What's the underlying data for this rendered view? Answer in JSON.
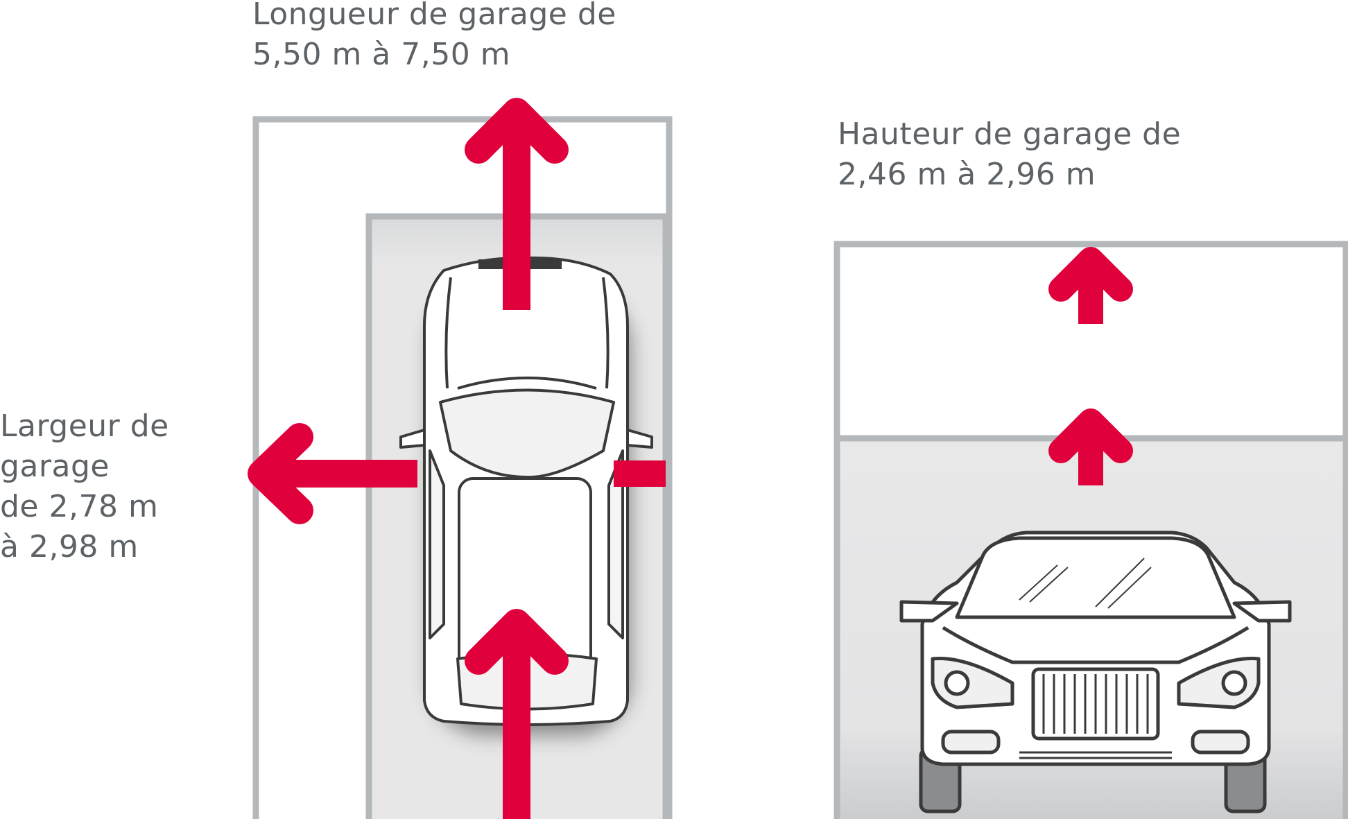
{
  "labels": {
    "length": {
      "line1": "Longueur de garage de",
      "line2": "5,50 m à 7,50 m"
    },
    "height": {
      "line1": "Hauteur de garage de",
      "line2": "2,46 m à 2,96 m"
    },
    "width": {
      "line1": "Largeur de",
      "line2": "garage",
      "line3": "de 2,78 m",
      "line4": "à 2,98 m"
    }
  },
  "colors": {
    "arrow": "#e0003c",
    "text": "#5d6266",
    "frame": "#b4b8bb",
    "floor": "#e7e7e8",
    "car_outline": "#3a3a3a"
  },
  "icons": [
    "arrow-up-icon",
    "arrow-left-icon",
    "car-top-view-icon",
    "car-front-view-icon"
  ]
}
